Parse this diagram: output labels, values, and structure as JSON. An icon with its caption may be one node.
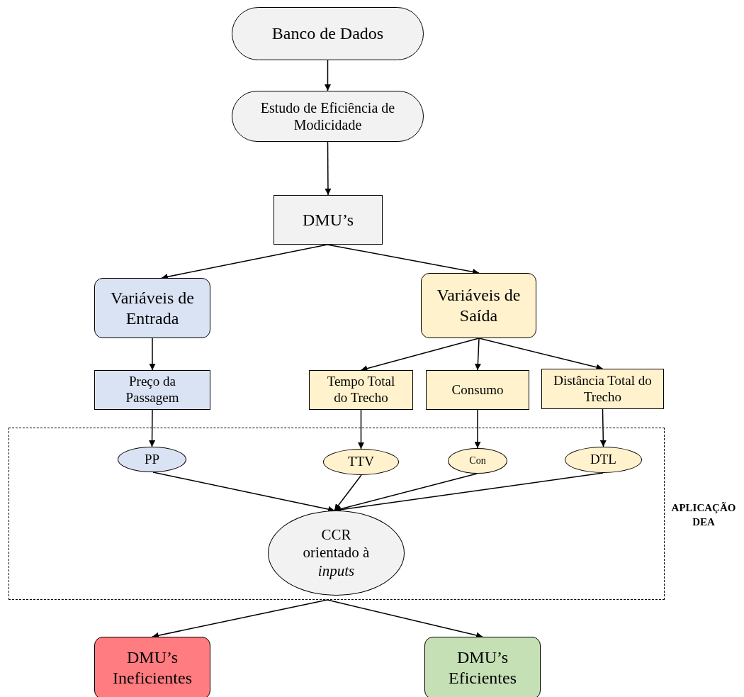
{
  "diagram": {
    "nodes": [
      {
        "text": [
          "Banco de Dados"
        ]
      },
      {
        "text": [
          "Estudo de Eficiência de Modicidade"
        ]
      },
      {
        "text": [
          "DMU’s"
        ]
      },
      {
        "text": [
          "Variáveis de Entrada"
        ]
      },
      {
        "text": [
          "Variáveis de Saída"
        ]
      },
      {
        "text": [
          "Preço da Passagem"
        ]
      },
      {
        "text": [
          "Tempo Total do Trecho"
        ]
      },
      {
        "text": [
          "Consumo"
        ]
      },
      {
        "text": [
          "Distância Total do Trecho"
        ]
      },
      {
        "text": [
          "APLICAÇÃO DEA"
        ]
      },
      {
        "text": [
          "PP"
        ],
        "in": 9
      },
      {
        "text": [
          "TTV"
        ],
        "in": 9
      },
      {
        "text": [
          "Con"
        ],
        "in": 9
      },
      {
        "text": [
          "DTL"
        ],
        "in": 9
      },
      {
        "text": [
          "CCR orientado à *inputs*"
        ],
        "in": 9
      },
      {
        "text": [
          "DMU’s Ineficientes"
        ]
      },
      {
        "text": [
          "DMU’s Eficientes"
        ]
      }
    ],
    "edges": [
      {
        "from": 0,
        "to": 1,
        "arrow": "to"
      },
      {
        "from": 1,
        "to": 2,
        "arrow": "to"
      },
      {
        "from": 2,
        "to": 3,
        "arrow": "to"
      },
      {
        "from": 2,
        "to": 4,
        "arrow": "to"
      },
      {
        "from": 3,
        "to": 5,
        "arrow": "to"
      },
      {
        "from": 4,
        "to": 6,
        "arrow": "to"
      },
      {
        "from": 4,
        "to": 7,
        "arrow": "to"
      },
      {
        "from": 4,
        "to": 8,
        "arrow": "to"
      },
      {
        "from": 5,
        "to": 10,
        "arrow": "to"
      },
      {
        "from": 6,
        "to": 11,
        "arrow": "to"
      },
      {
        "from": 7,
        "to": 12,
        "arrow": "to"
      },
      {
        "from": 8,
        "to": 13,
        "arrow": "to"
      },
      {
        "from": 10,
        "to": 14,
        "arrow": "to"
      },
      {
        "from": 11,
        "to": 14,
        "arrow": "to"
      },
      {
        "from": 12,
        "to": 14,
        "arrow": "to"
      },
      {
        "from": 13,
        "to": 14,
        "arrow": "to"
      },
      {
        "from": 9,
        "to": 15,
        "arrow": "to"
      },
      {
        "from": 9,
        "to": 16,
        "arrow": "to"
      }
    ]
  }
}
